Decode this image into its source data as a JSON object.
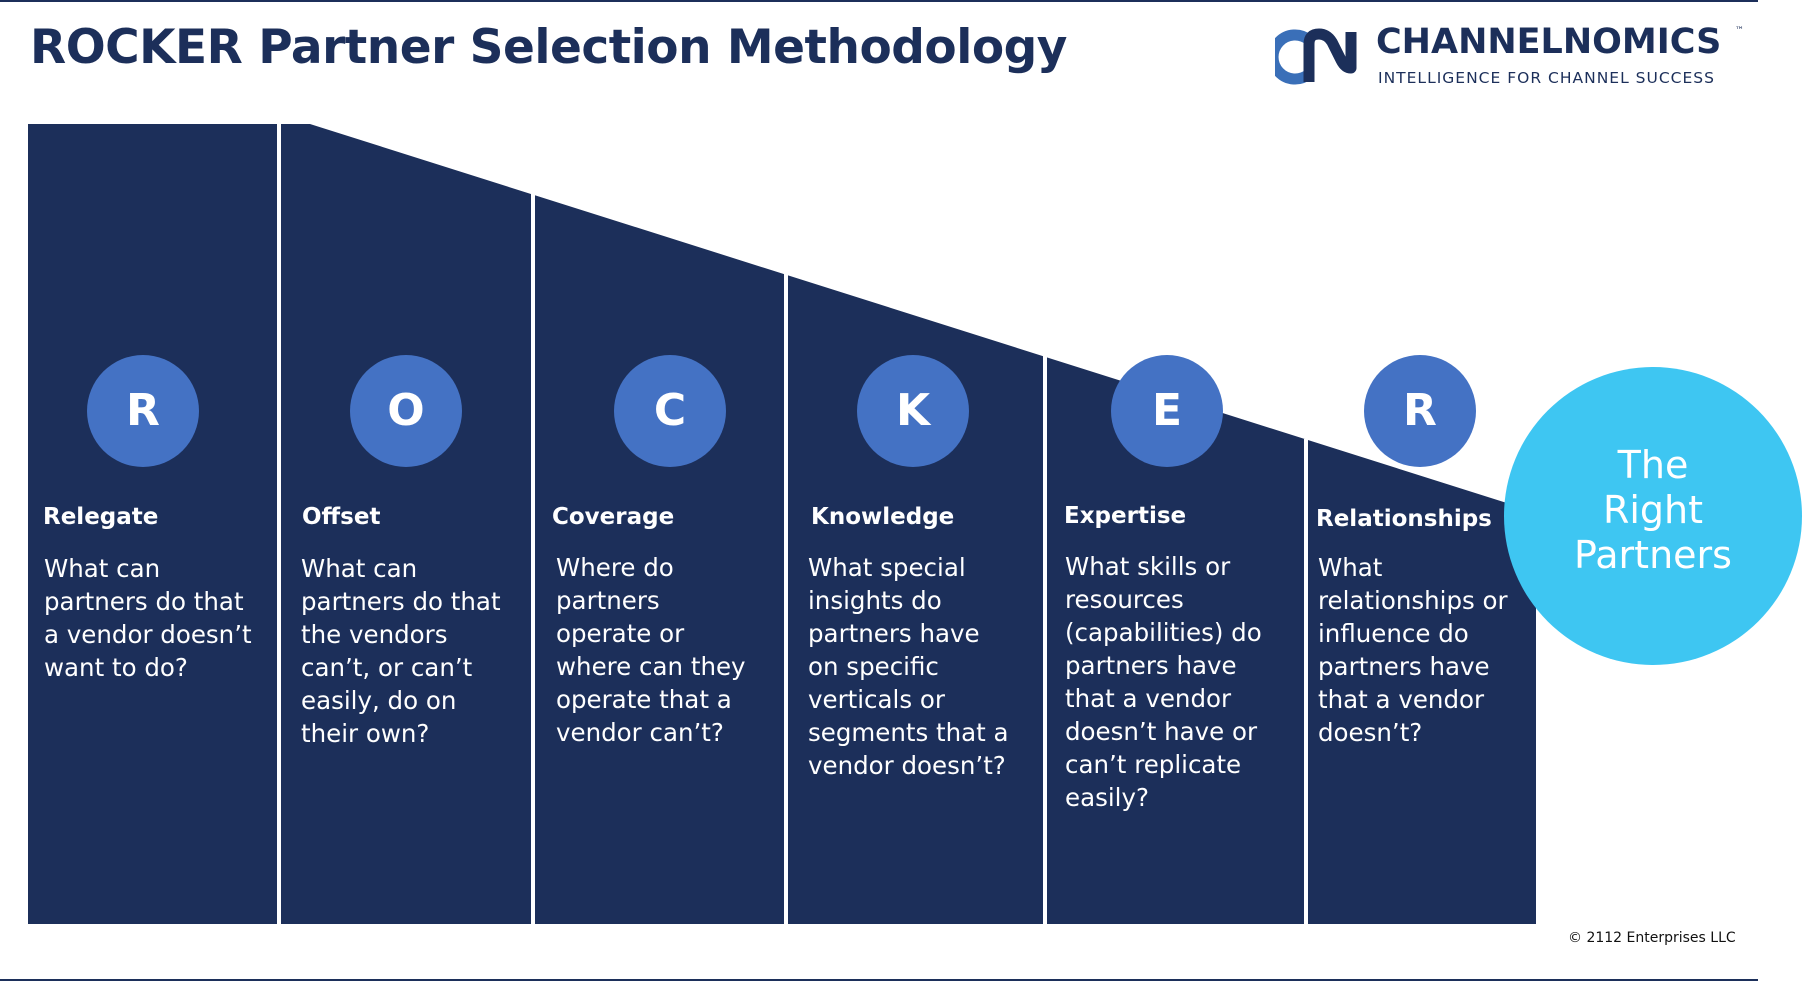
{
  "title": "ROCKER Partner Selection Methodology",
  "logo": {
    "name": "CHANNELNOMICS",
    "trademark": "™",
    "tagline": "INTELLIGENCE FOR CHANNEL SUCCESS",
    "icon": "channelnomics-cn-icon"
  },
  "colors": {
    "navy": "#1c2f5a",
    "letter_circle": "#4472c4",
    "result_circle": "#3ec6f2",
    "divider": "#ffffff"
  },
  "steps": [
    {
      "letter": "R",
      "heading": "Relegate",
      "body": "What can\npartners do that\na vendor doesn’t\nwant to do?"
    },
    {
      "letter": "O",
      "heading": "Offset",
      "body": "What can\npartners do that\nthe vendors\ncan’t, or can’t\neasily, do on\ntheir own?"
    },
    {
      "letter": "C",
      "heading": "Coverage",
      "body": "Where do\npartners\noperate or\nwhere can they\noperate that a\nvendor can’t?"
    },
    {
      "letter": "K",
      "heading": "Knowledge",
      "body": "What special\ninsights do\npartners have\non specific\nverticals or\nsegments that a\nvendor doesn’t?"
    },
    {
      "letter": "E",
      "heading": "Expertise",
      "body": "What skills or\nresources\n(capabilities) do\npartners have\nthat a vendor\ndoesn’t have or\ncan’t replicate\neasily?"
    },
    {
      "letter": "R",
      "heading": "Relationships",
      "body": "What\nrelationships or\ninfluence do\npartners have\nthat a vendor\ndoesn’t?"
    }
  ],
  "result": "The\nRight\nPartners",
  "copyright": "© 2112 Enterprises LLC"
}
